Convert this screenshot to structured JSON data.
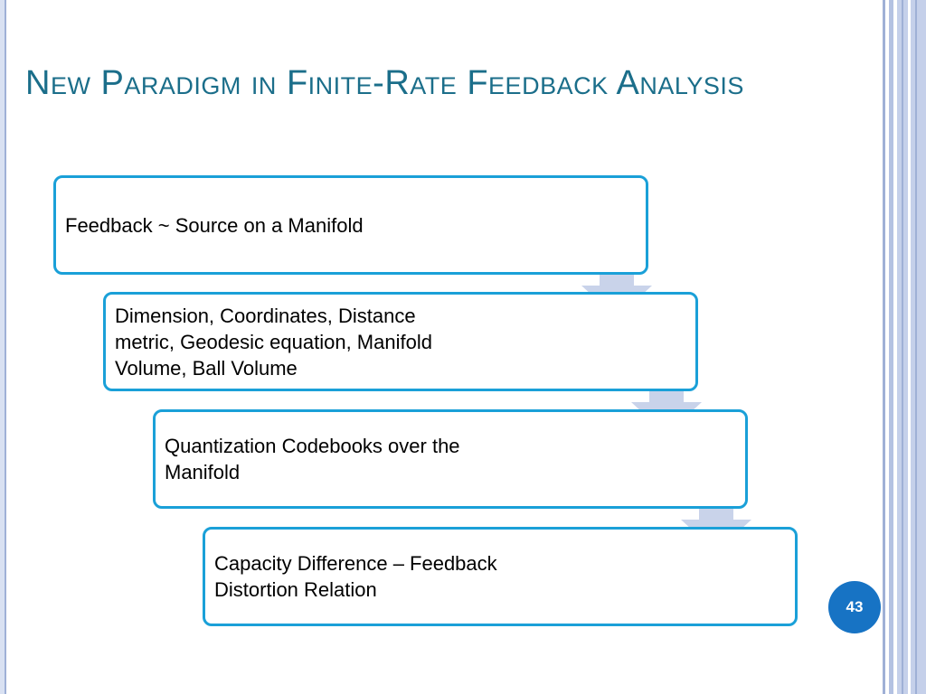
{
  "slide": {
    "title": "New Paradigm in Finite-Rate Feedback Analysis",
    "number": "43"
  },
  "steps": [
    {
      "text": "Feedback ~  Source on a Manifold"
    },
    {
      "text": "Dimension, Coordinates, Distance\nmetric, Geodesic equation, Manifold\nVolume, Ball Volume"
    },
    {
      "text": "Quantization Codebooks over the\nManifold"
    },
    {
      "text": "Capacity Difference – Feedback\nDistortion Relation"
    }
  ],
  "colors": {
    "title": "#1b6e8a",
    "box_border": "#1aa0d8",
    "arrow_fill": "#c9d3ea",
    "slide_number_bg": "#1773c4",
    "border_band_dark": "#9fb0d6",
    "border_band_light": "#d9e1f2"
  },
  "icons": {
    "arrow": "down-arrow-icon"
  }
}
